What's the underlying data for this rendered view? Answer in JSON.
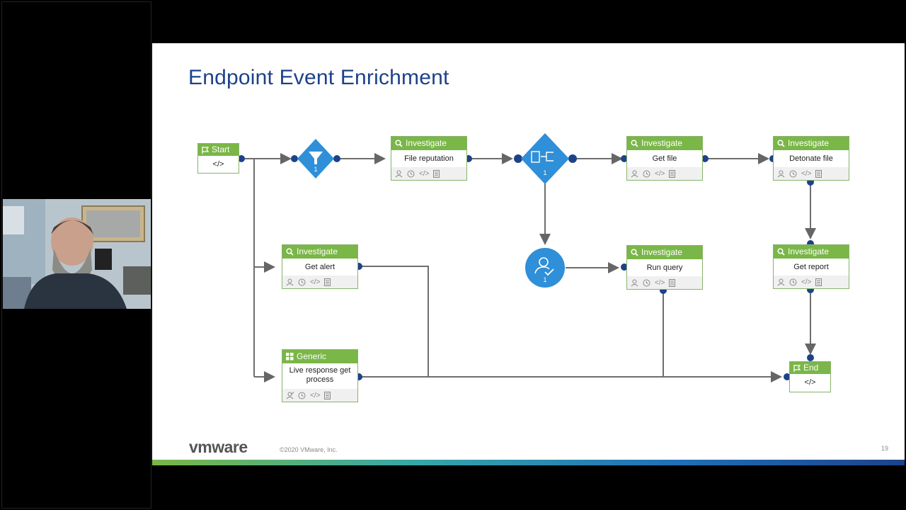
{
  "slide": {
    "title": "Endpoint Event Enrichment",
    "copyright": "©2020 VMware, Inc.",
    "page_number": "19",
    "logo_text": "vmware"
  },
  "nodes": {
    "start": {
      "label": "Start",
      "code": "</>"
    },
    "end": {
      "label": "End",
      "code": "</>"
    },
    "file_reputation": {
      "type": "Investigate",
      "name": "File reputation"
    },
    "get_file": {
      "type": "Investigate",
      "name": "Get file"
    },
    "detonate_file": {
      "type": "Investigate",
      "name": "Detonate file"
    },
    "get_alert": {
      "type": "Investigate",
      "name": "Get alert"
    },
    "run_query": {
      "type": "Investigate",
      "name": "Run query"
    },
    "get_report": {
      "type": "Investigate",
      "name": "Get report"
    },
    "live_response": {
      "type": "Generic",
      "name": "Live response get process"
    },
    "filter": {
      "count": "1"
    },
    "decision": {
      "count": "1"
    },
    "approval": {
      "count": "1"
    },
    "code_icon": "</>"
  },
  "colors": {
    "green": "#7ab648",
    "blue": "#1d428a",
    "diamond": "#2f8fd8"
  }
}
